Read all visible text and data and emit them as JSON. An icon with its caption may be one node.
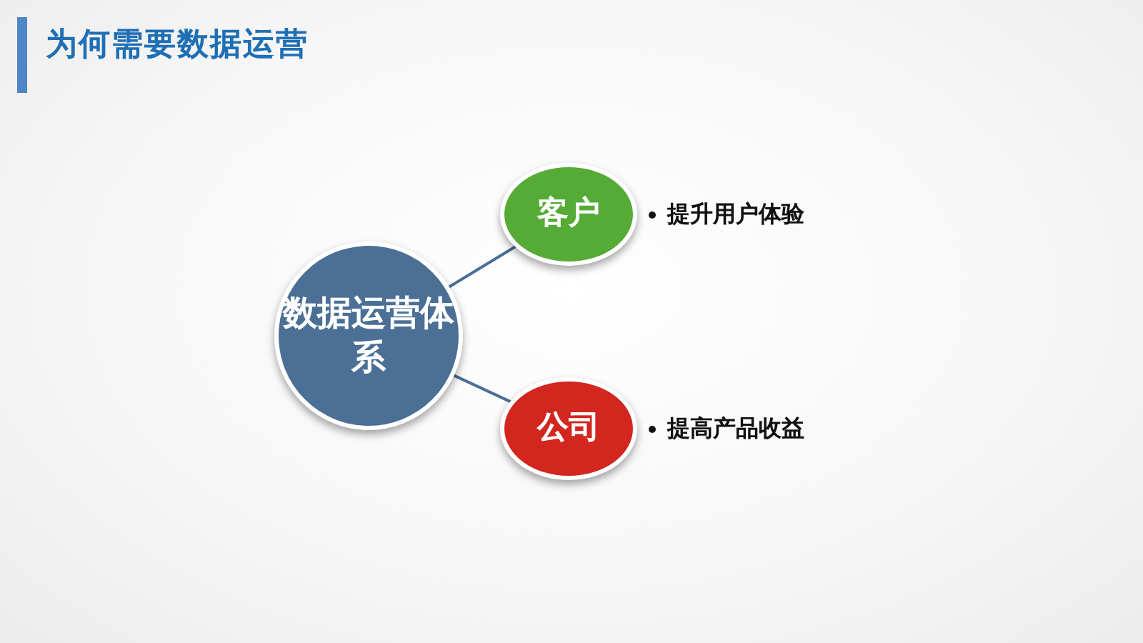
{
  "diagram": {
    "title": "为何需要数据运营",
    "nodes": [
      {
        "text": [
          "数据运营体系"
        ]
      },
      {
        "text": [
          "客户"
        ],
        "beside": [
          "提升用户体验"
        ]
      },
      {
        "text": [
          "公司"
        ],
        "beside": [
          "提高产品收益"
        ]
      }
    ],
    "edges": [
      {
        "from": 0,
        "to": 1,
        "arrow": "none"
      },
      {
        "from": 0,
        "to": 2,
        "arrow": "none"
      }
    ]
  }
}
